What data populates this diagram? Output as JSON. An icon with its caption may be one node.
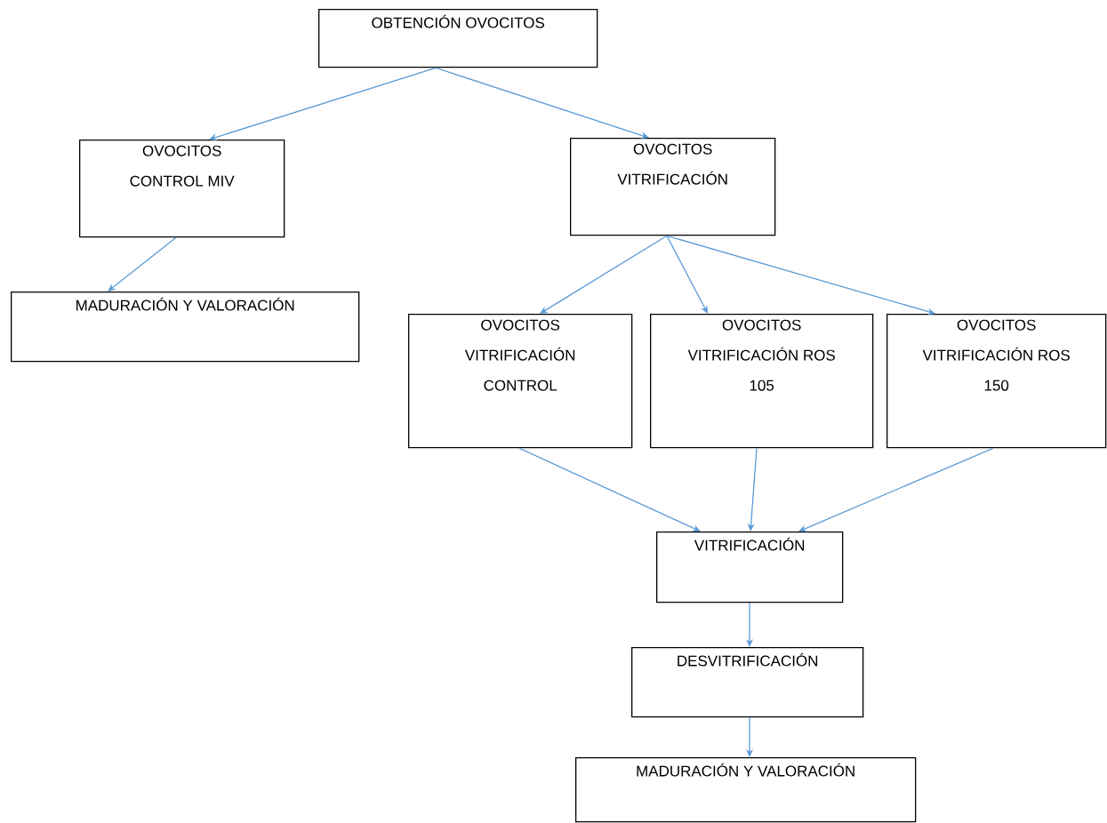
{
  "diagram": {
    "nodes": [
      {
        "text": [
          "OBTENCIÓN OVOCITOS"
        ]
      },
      {
        "text": [
          "OVOCITOS CONTROL MIV"
        ]
      },
      {
        "text": [
          "OVOCITOS VITRIFICACIÓN"
        ]
      },
      {
        "text": [
          "MADURACIÓN Y VALORACIÓN"
        ]
      },
      {
        "text": [
          "OVOCITOS VITRIFICACIÓN CONTROL"
        ]
      },
      {
        "text": [
          "OVOCITOS VITRIFICACIÓN ROS 105"
        ]
      },
      {
        "text": [
          "OVOCITOS VITRIFICACIÓN ROS 150"
        ]
      },
      {
        "text": [
          "VITRIFICACIÓN"
        ]
      },
      {
        "text": [
          "DESVITRIFICACIÓN"
        ]
      },
      {
        "text": [
          "MADURACIÓN Y VALORACIÓN"
        ]
      }
    ],
    "edges": [
      {
        "from": 0,
        "to": 1,
        "arrow": "to"
      },
      {
        "from": 0,
        "to": 2,
        "arrow": "to"
      },
      {
        "from": 1,
        "to": 3,
        "arrow": "to"
      },
      {
        "from": 2,
        "to": 4,
        "arrow": "to"
      },
      {
        "from": 2,
        "to": 5,
        "arrow": "to"
      },
      {
        "from": 2,
        "to": 6,
        "arrow": "to"
      },
      {
        "from": 4,
        "to": 7,
        "arrow": "to"
      },
      {
        "from": 5,
        "to": 7,
        "arrow": "to"
      },
      {
        "from": 6,
        "to": 7,
        "arrow": "to"
      },
      {
        "from": 7,
        "to": 8,
        "arrow": "to"
      },
      {
        "from": 8,
        "to": 9,
        "arrow": "to"
      }
    ]
  }
}
